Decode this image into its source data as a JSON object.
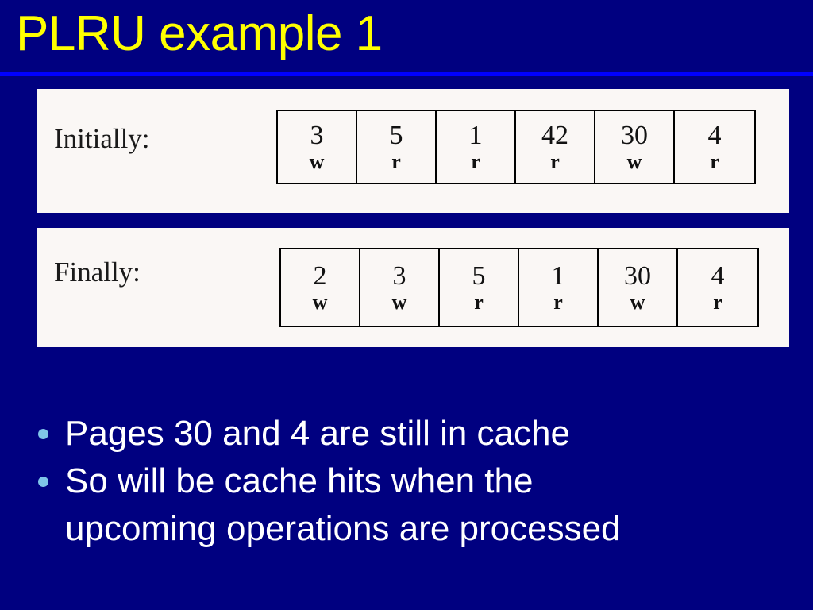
{
  "slide": {
    "title": "PLRU example 1",
    "background_color": "#000080",
    "title_color": "#FFFF00",
    "rule_color": "#0000FF",
    "panel_color": "#FAF7F5",
    "bullet_marker_color": "#7FC4E8",
    "bullet_text_color": "#FFFFFF"
  },
  "rows": [
    {
      "label": "Initially:",
      "cells": [
        {
          "page": "3",
          "op": "w"
        },
        {
          "page": "5",
          "op": "r"
        },
        {
          "page": "1",
          "op": "r"
        },
        {
          "page": "42",
          "op": "r"
        },
        {
          "page": "30",
          "op": "w"
        },
        {
          "page": "4",
          "op": "r"
        }
      ]
    },
    {
      "label": "Finally:",
      "cells": [
        {
          "page": "2",
          "op": "w"
        },
        {
          "page": "3",
          "op": "w"
        },
        {
          "page": "5",
          "op": "r"
        },
        {
          "page": "1",
          "op": "r"
        },
        {
          "page": "30",
          "op": "w"
        },
        {
          "page": "4",
          "op": "r"
        }
      ]
    }
  ],
  "bullets": [
    {
      "text": "Pages 30 and 4 are still in cache"
    },
    {
      "text": "So will be cache hits when the upcoming operations are processed"
    }
  ]
}
